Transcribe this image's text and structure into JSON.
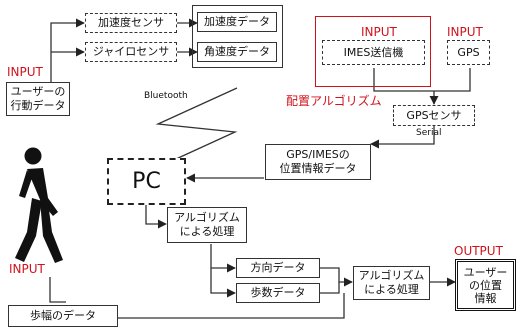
{
  "nodes": {
    "accel_sensor": "加速度センサ",
    "gyro_sensor": "ジャイロセンサ",
    "accel_data": "加速度データ",
    "angular_data": "角速度データ",
    "user_behavior": "ユーザーの\n行動データ",
    "imes_tx": "IMES送信機",
    "gps": "GPS",
    "gps_sensor": "GPSセンサ",
    "pos_data": "GPS/IMESの\n位置情報データ",
    "pc": "PC",
    "algo1": "アルゴリズム\nによる処理",
    "direction": "方向データ",
    "steps": "歩数データ",
    "algo2": "アルゴリズム\nによる処理",
    "user_pos": "ユーザー\nの位置\n情報",
    "stride": "歩幅のデータ"
  },
  "labels": {
    "input_user": "INPUT",
    "input_imes": "INPUT",
    "input_gps": "INPUT",
    "input_stride": "INPUT",
    "output": "OUTPUT",
    "bluetooth": "Bluetooth",
    "serial": "Serial",
    "placement_algo": "配置アルゴリズム"
  },
  "colors": {
    "accent_red": "#d0121b",
    "line": "#333333"
  }
}
